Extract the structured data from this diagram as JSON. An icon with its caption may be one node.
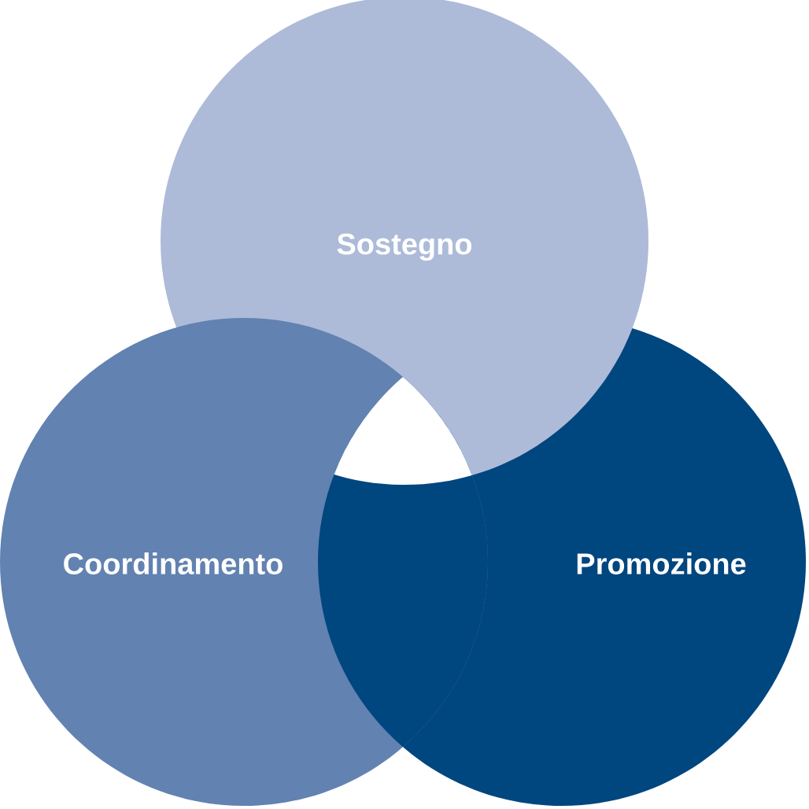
{
  "diagram": {
    "nodes": [
      {
        "text": [
          "Sostegno"
        ]
      },
      {
        "text": [
          "Coordinamento"
        ]
      },
      {
        "text": [
          "Promozione"
        ]
      }
    ]
  }
}
